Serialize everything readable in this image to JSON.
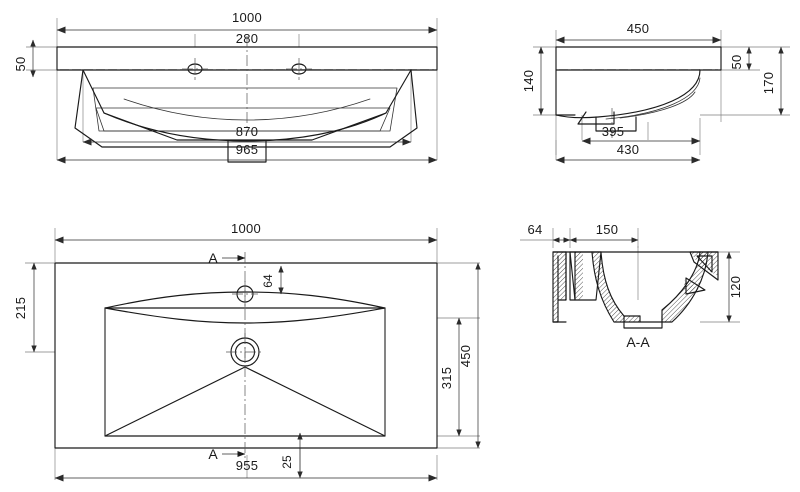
{
  "document": {
    "type": "technical-drawing",
    "subject": "rectangular washbasin / vanity top",
    "units": "mm",
    "line_color": "#1a1a1a",
    "dimension_color": "#2b2b2b",
    "background_color": "#ffffff"
  },
  "views": {
    "front_elevation": {
      "name": "front-elevation-view",
      "dimensions": {
        "overall_width": "1000",
        "tap_hole_spacing": "280",
        "slab_thickness": "50",
        "underside_inner_width": "870",
        "underside_outer_width": "965"
      }
    },
    "side_elevation": {
      "name": "side-elevation-view",
      "dimensions": {
        "overall_depth": "450",
        "body_height": "140",
        "slab_thickness": "50",
        "total_height": "170",
        "underside_inner_depth": "395",
        "underside_outer_depth": "430"
      }
    },
    "plan": {
      "name": "plan-view",
      "section_marker": "A",
      "dimensions": {
        "overall_width": "1000",
        "front_to_bowl_centre": "215",
        "tap_hole_offset": "64",
        "bowl_depth": "315",
        "overall_depth": "450",
        "bowl_width": "955",
        "rim_offset": "25"
      }
    },
    "section": {
      "name": "section-view-a-a",
      "label": "A-A",
      "dimensions": {
        "left_offset": "64",
        "drain_offset": "150",
        "bowl_height": "120"
      }
    }
  },
  "labels": {
    "section_aa": "A-A",
    "section_arrow_top": "A",
    "section_arrow_bottom": "A"
  }
}
